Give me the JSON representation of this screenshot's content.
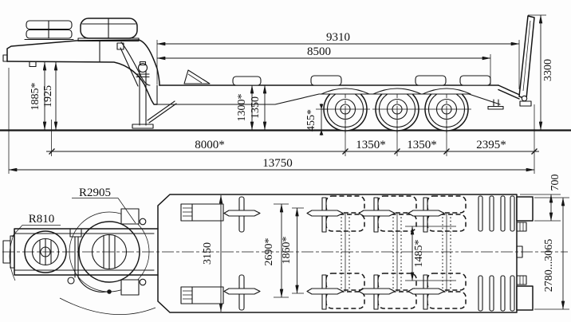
{
  "side_view": {
    "dims": {
      "upper_length": "9310",
      "deck_length": "8500",
      "ramp_height": "3300",
      "gooseneck_height_laden": "1885*",
      "gooseneck_height": "1925",
      "deck_height_laden": "1300*",
      "deck_height": "1350",
      "axle_center_height": "455*",
      "gooseneck_to_first_axle": "8000*",
      "axle_spacing_a": "1350*",
      "axle_spacing_b": "1350*",
      "rear_overhang": "2395*",
      "overall_length": "13750"
    }
  },
  "plan_view": {
    "dims": {
      "swing_radius": "R2905",
      "front_swing_radius": "R810",
      "overall_width": "3150",
      "frame_width": "2690*",
      "spring_track": "1860*",
      "dual_wheel_track": "1485*",
      "rear_extension": "700",
      "rear_width_range": "2780...3065"
    }
  }
}
